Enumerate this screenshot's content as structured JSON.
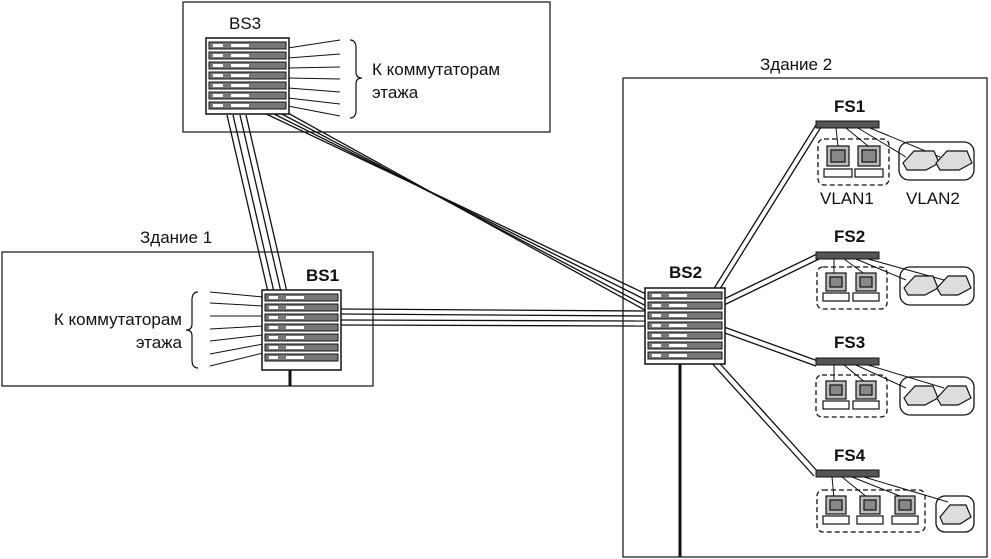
{
  "diagram": {
    "buildings": {
      "b1": "Здание 1",
      "b2": "Здание 2"
    },
    "switches": {
      "bs1": "BS1",
      "bs2": "BS2",
      "bs3": "BS3",
      "fs1": "FS1",
      "fs2": "FS2",
      "fs3": "FS3",
      "fs4": "FS4"
    },
    "notes": {
      "bs3_line1": "К коммутаторам",
      "bs3_line2": "этажа",
      "bs1_line1": "К коммутаторам",
      "bs1_line2": "этажа"
    },
    "vlans": {
      "vlan1": "VLAN1",
      "vlan2": "VLAN2"
    }
  }
}
